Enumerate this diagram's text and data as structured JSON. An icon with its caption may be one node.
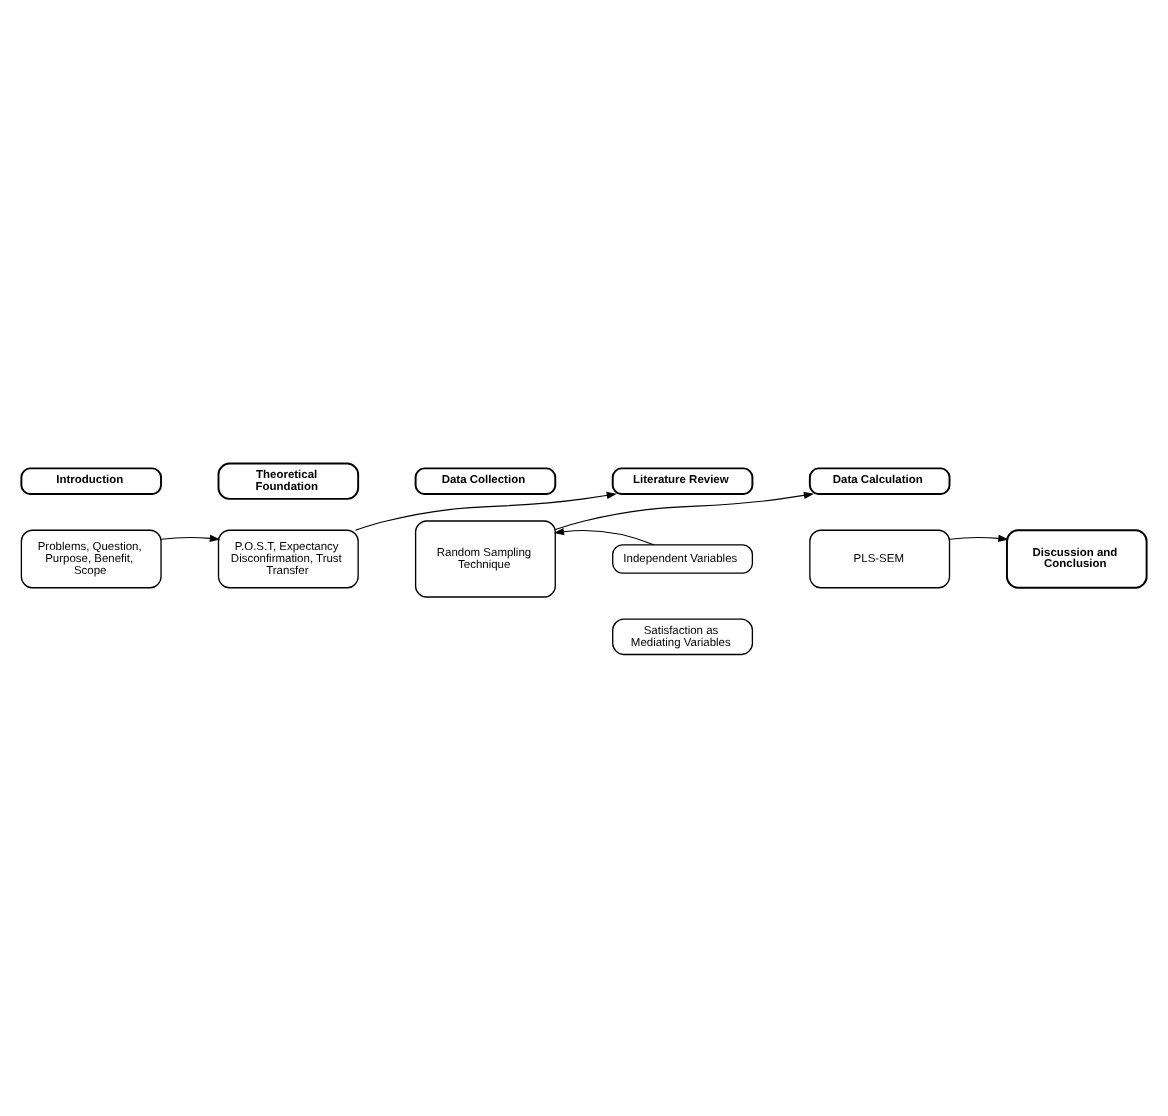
{
  "diagram": {
    "nodes": [
      {
        "text": [
          "Introduction"
        ]
      },
      {
        "text": [
          "Problems, Question, Purpose, Benefit, Scope"
        ]
      },
      {
        "text": [
          "Theoretical Foundation"
        ]
      },
      {
        "text": [
          "P.O.S.T, Expectancy Disconfirmation, Trust Transfer"
        ]
      },
      {
        "text": [
          "Data Collection"
        ]
      },
      {
        "text": [
          "Random Sampling Technique"
        ]
      },
      {
        "text": [
          "Literature Review"
        ]
      },
      {
        "text": [
          "Independent Variables"
        ]
      },
      {
        "text": [
          "Satisfaction as Mediating Variables"
        ]
      },
      {
        "text": [
          "Data Calculation"
        ]
      },
      {
        "text": [
          "PLS-SEM"
        ]
      },
      {
        "text": [
          "Discussion and Conclusion"
        ]
      }
    ],
    "edges": [
      {
        "from": 1,
        "to": 3,
        "arrow": "to"
      },
      {
        "from": 3,
        "to": 6,
        "arrow": "to"
      },
      {
        "from": 7,
        "to": 5,
        "arrow": "to"
      },
      {
        "from": 5,
        "to": 9,
        "arrow": "to"
      },
      {
        "from": 10,
        "to": 11,
        "arrow": "to"
      }
    ]
  }
}
